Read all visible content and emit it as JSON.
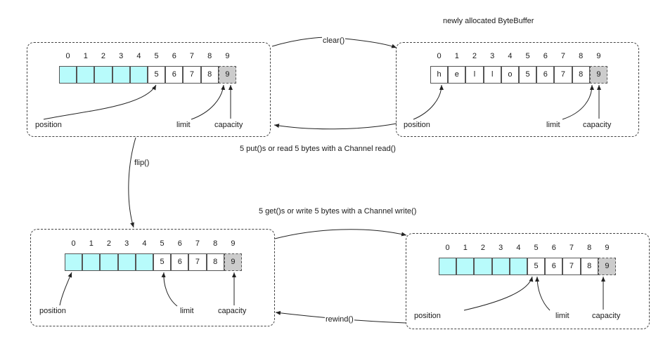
{
  "title": "newly allocated ByteBuffer",
  "indices": [
    "0",
    "1",
    "2",
    "3",
    "4",
    "5",
    "6",
    "7",
    "8",
    "9"
  ],
  "colors": {
    "filled": "#b8fbfb",
    "capacity_cell": "#cccccc",
    "empty": "#ffffff",
    "line": "#222222"
  },
  "buffers": {
    "top_left": {
      "cells": [
        "",
        "",
        "",
        "",
        "",
        "5",
        "6",
        "7",
        "8",
        "9"
      ],
      "filled": 5
    },
    "top_right": {
      "cells": [
        "h",
        "e",
        "l",
        "l",
        "o",
        "5",
        "6",
        "7",
        "8",
        "9"
      ],
      "filled": 0
    },
    "bottom_left": {
      "cells": [
        "",
        "",
        "",
        "",
        "",
        "5",
        "6",
        "7",
        "8",
        "9"
      ],
      "filled": 5
    },
    "bottom_right": {
      "cells": [
        "",
        "",
        "",
        "",
        "",
        "5",
        "6",
        "7",
        "8",
        "9"
      ],
      "filled": 5
    }
  },
  "labels": {
    "position": "position",
    "limit": "limit",
    "capacity": "capacity"
  },
  "operations": {
    "clear": "clear()",
    "put": "5 put()s or read 5 bytes with a Channel read()",
    "flip": "flip()",
    "get": "5 get()s or write 5 bytes with a Channel write()",
    "rewind": "rewind()"
  }
}
